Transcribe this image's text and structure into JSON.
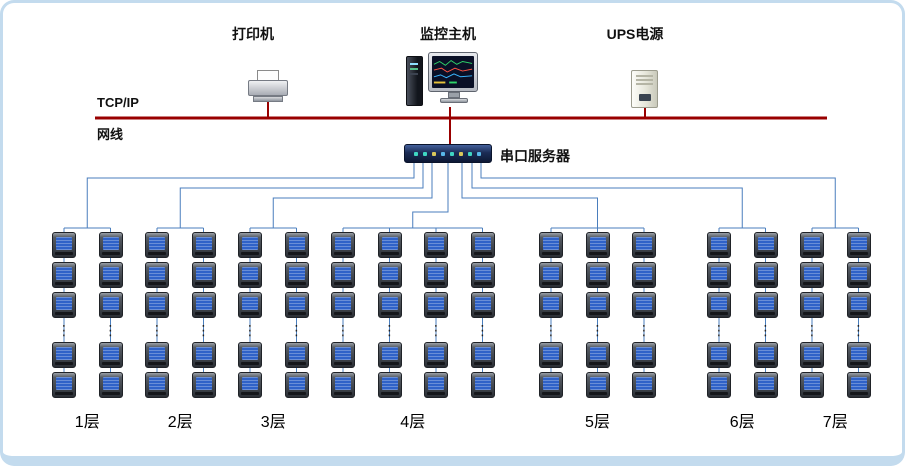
{
  "canvas": {
    "bg": "#ffffff",
    "border_color": "#c3dbee"
  },
  "network": {
    "protocol_label": "TCP/IP",
    "cable_label": "网线",
    "bus_color": "#990000",
    "branch_color": "#4a7ebd"
  },
  "devices": {
    "printer": {
      "label": "打印机"
    },
    "monitor_host": {
      "label": "监控主机"
    },
    "ups": {
      "label": "UPS电源"
    },
    "serial_server": {
      "label": "串口服务器"
    }
  },
  "meters": {
    "rows_above_ellipsis": 3,
    "rows_below_ellipsis": 2,
    "ellipsis": "⋮",
    "screen_color": "#2f62c8",
    "body_color": "#3a3f46"
  },
  "floors": [
    {
      "label": "1层",
      "columns": 2
    },
    {
      "label": "2层",
      "columns": 2
    },
    {
      "label": "3层",
      "columns": 2
    },
    {
      "label": "4层",
      "columns": 4
    },
    {
      "label": "5层",
      "columns": 3
    },
    {
      "label": "6层",
      "columns": 2
    },
    {
      "label": "7层",
      "columns": 2
    }
  ]
}
